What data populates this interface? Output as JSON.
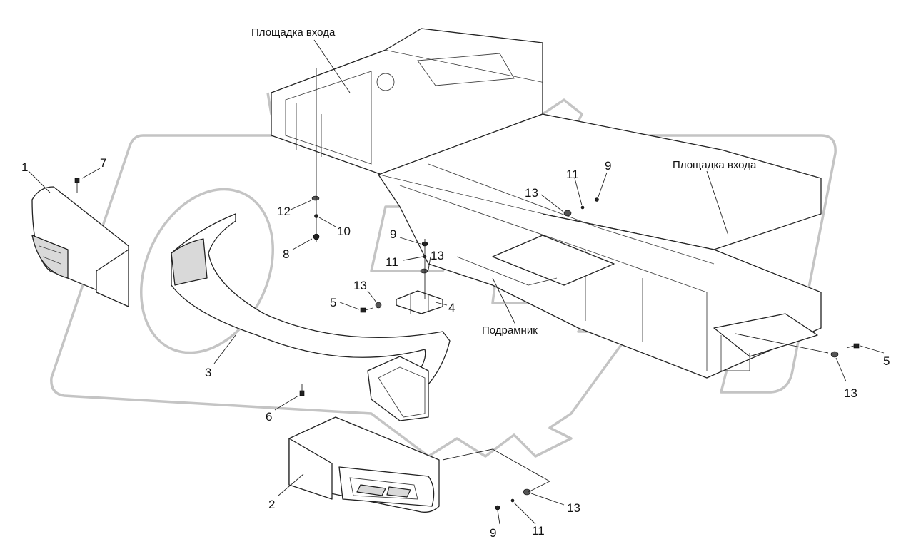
{
  "watermark": {
    "text": "OPEX",
    "color": "#c4c4c4"
  },
  "captions": {
    "entry_platform_top": "Площадка входа",
    "entry_platform_right": "Площадка входа",
    "subframe": "Подрамник"
  },
  "callouts": [
    {
      "id": "c1",
      "text": "1"
    },
    {
      "id": "c7",
      "text": "7"
    },
    {
      "id": "c12",
      "text": "12"
    },
    {
      "id": "c10",
      "text": "10"
    },
    {
      "id": "c8",
      "text": "8"
    },
    {
      "id": "c9a",
      "text": "9"
    },
    {
      "id": "c11a",
      "text": "11"
    },
    {
      "id": "c13a",
      "text": "13"
    },
    {
      "id": "c13b",
      "text": "13"
    },
    {
      "id": "c5a",
      "text": "5"
    },
    {
      "id": "c4",
      "text": "4"
    },
    {
      "id": "c3",
      "text": "3"
    },
    {
      "id": "c6",
      "text": "6"
    },
    {
      "id": "c2",
      "text": "2"
    },
    {
      "id": "c11b",
      "text": "11"
    },
    {
      "id": "c9b",
      "text": "9"
    },
    {
      "id": "c13c",
      "text": "13"
    },
    {
      "id": "c9c",
      "text": "9"
    },
    {
      "id": "c11c",
      "text": "11"
    },
    {
      "id": "c13d",
      "text": "13"
    },
    {
      "id": "c5b",
      "text": "5"
    },
    {
      "id": "c13e",
      "text": "13"
    }
  ]
}
